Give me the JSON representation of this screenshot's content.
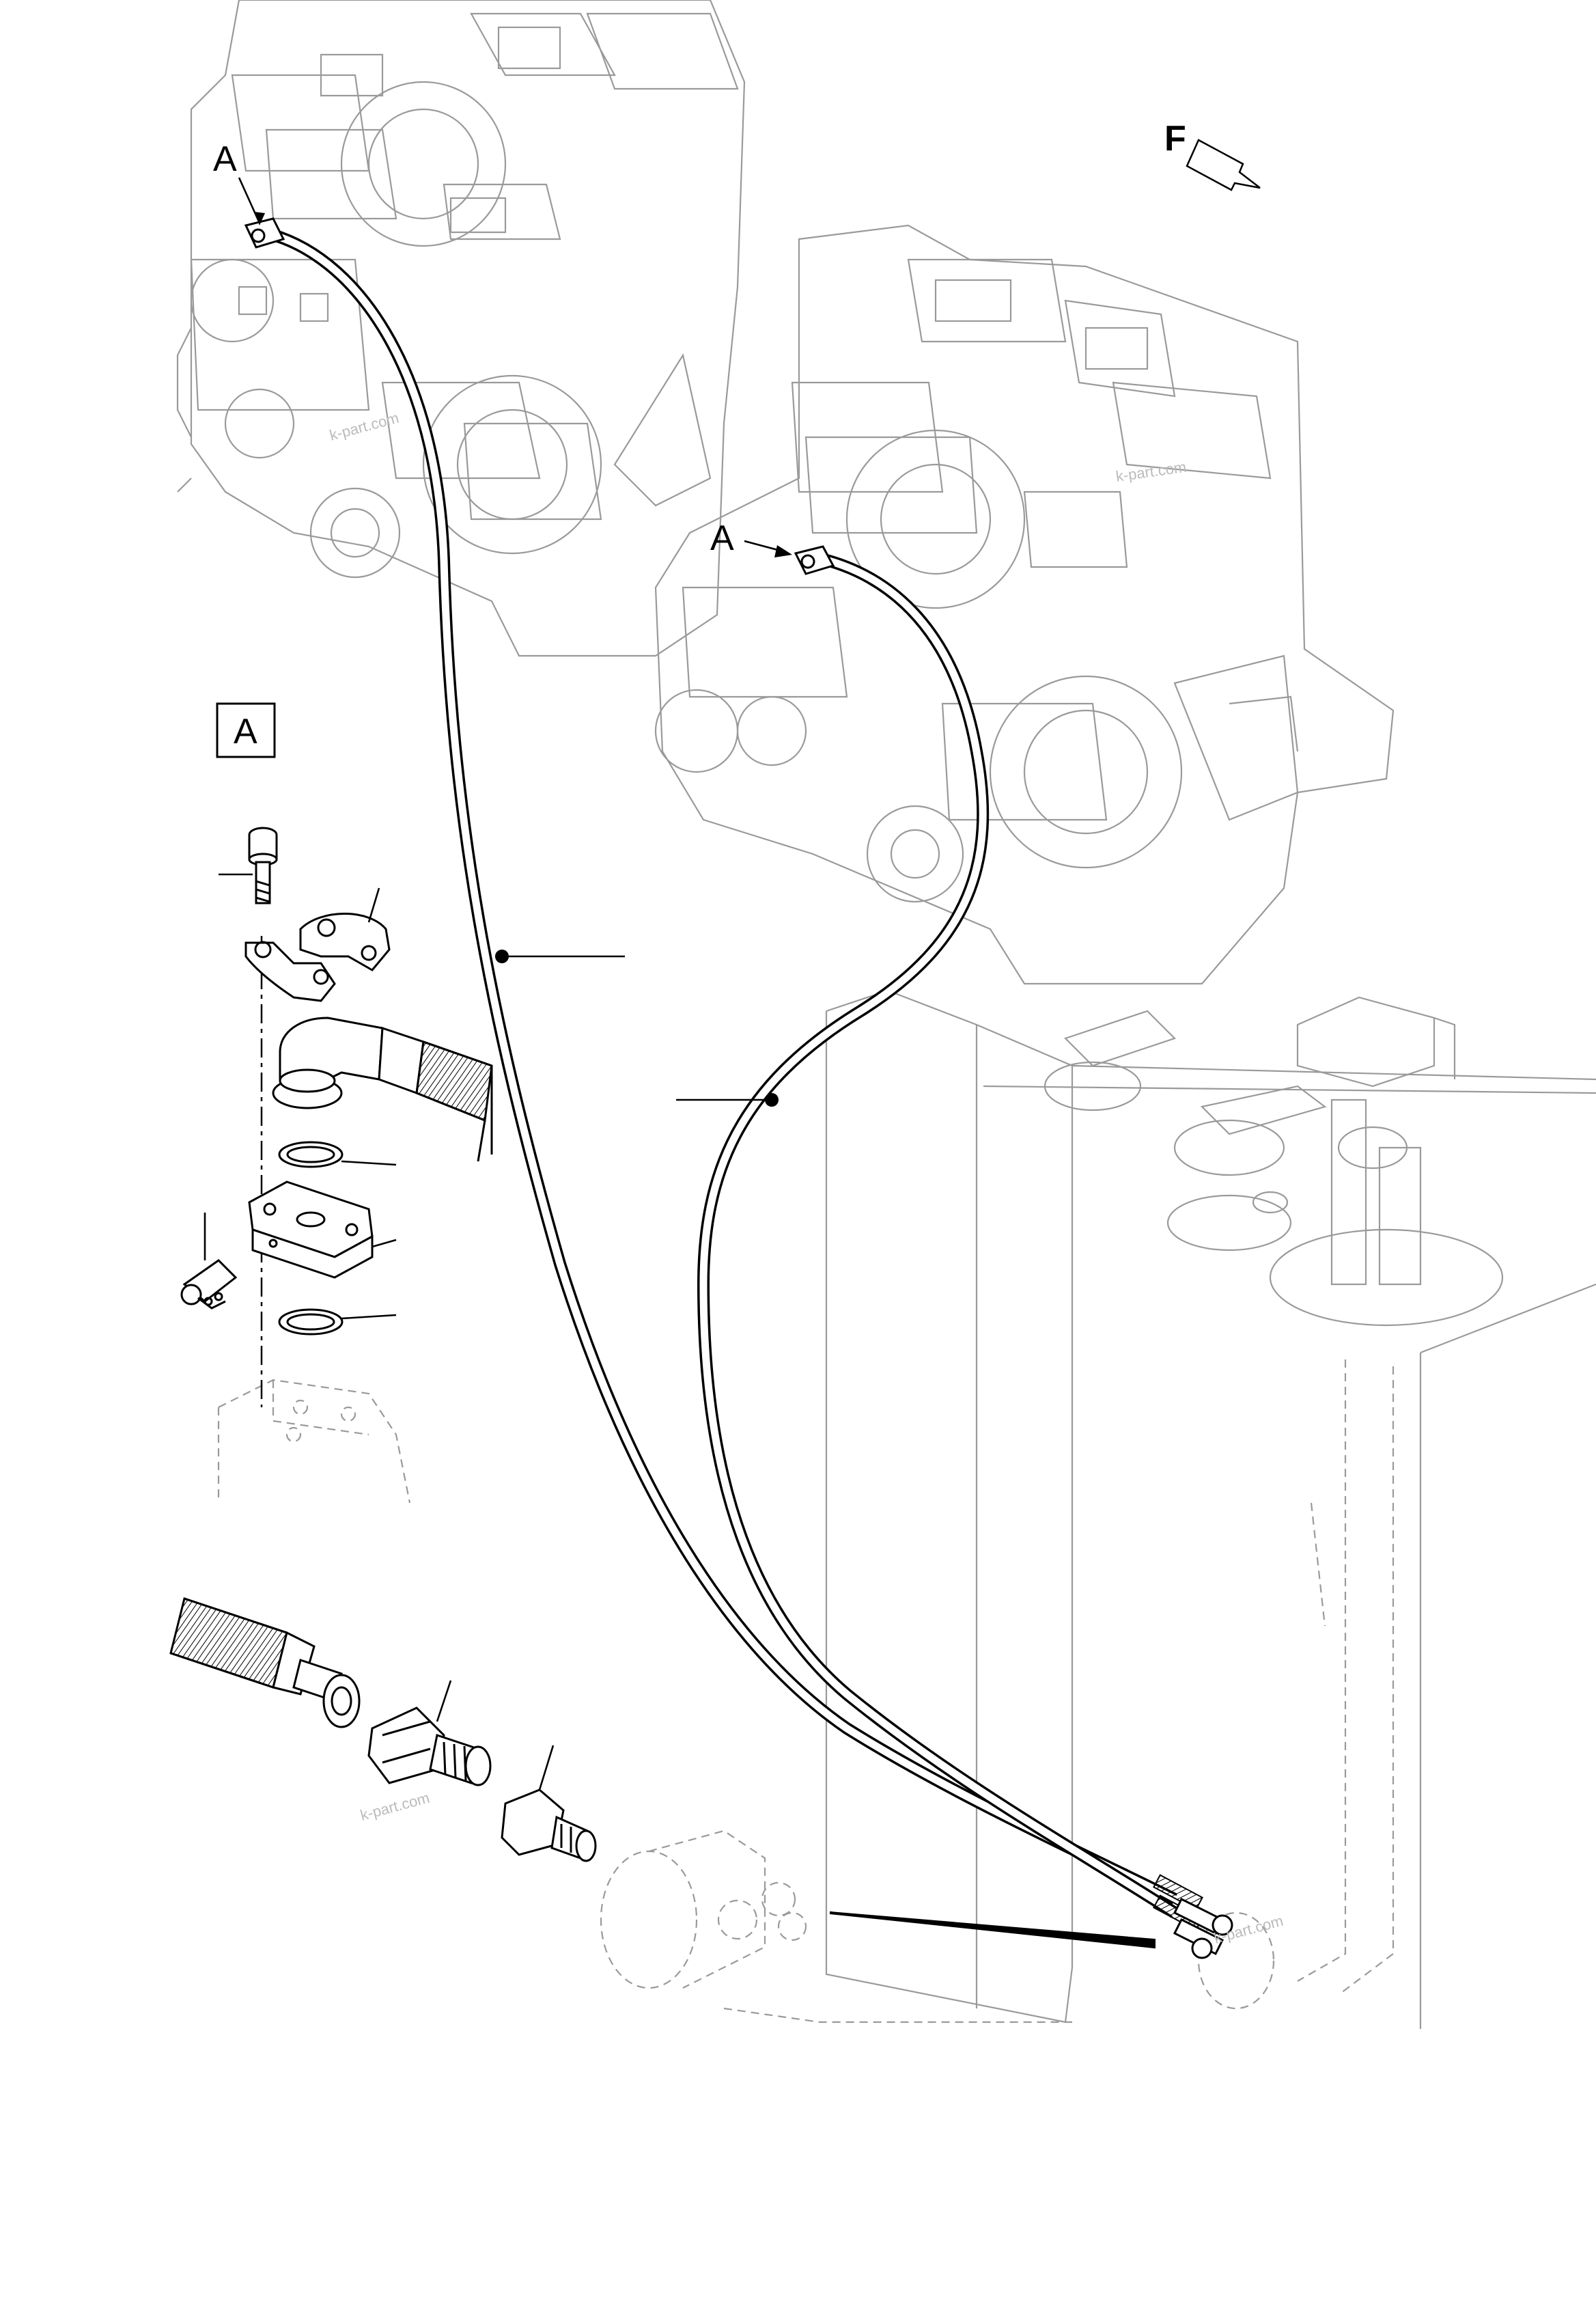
{
  "diagram": {
    "callouts": {
      "upper_detail": "A",
      "lower_detail": "A",
      "detail_box": "A"
    },
    "direction_marker": "F",
    "watermarks": [
      "k-part.com",
      "k-part.com",
      "k-part.com",
      "k-part.com"
    ],
    "colors": {
      "line": "#000000",
      "ghost": "#9a9a9a",
      "background": "#ffffff"
    }
  }
}
